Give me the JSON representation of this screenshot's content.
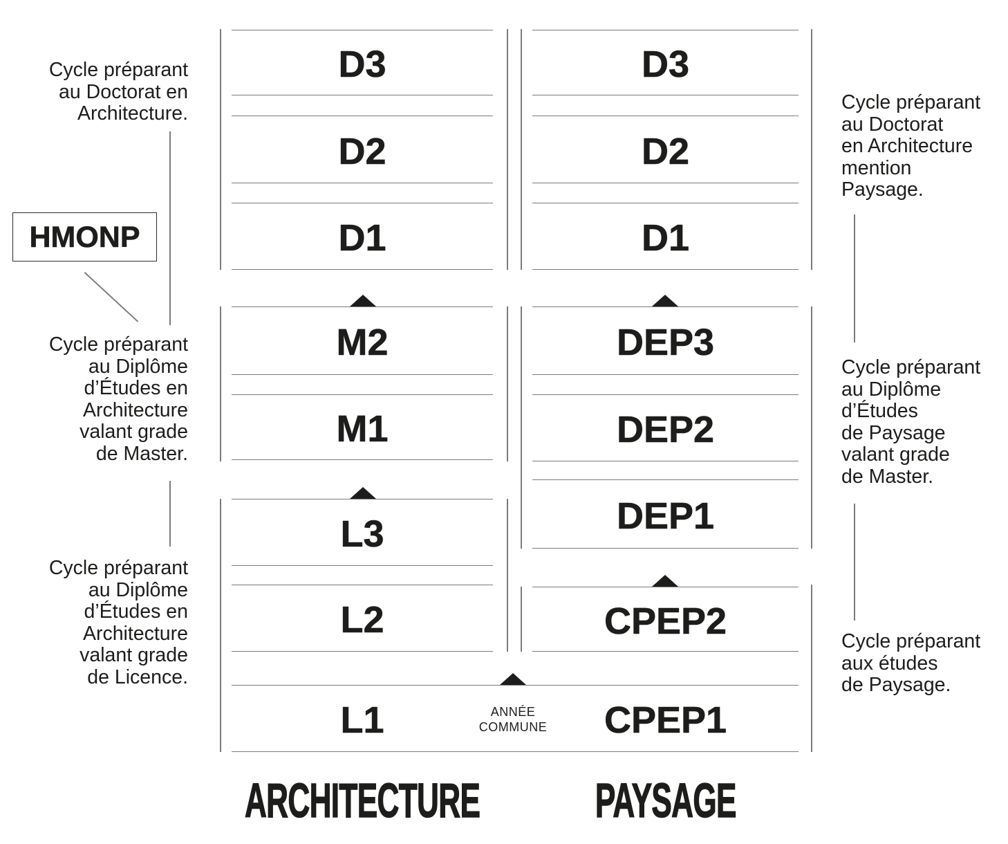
{
  "colors": {
    "ink": "#1d1d1b",
    "line": "#7c7b79"
  },
  "architecture": {
    "heading": "ARCHITECTURE",
    "d3": "D3",
    "d2": "D2",
    "d1": "D1",
    "m2": "M2",
    "m1": "M1",
    "l3": "L3",
    "l2": "L2",
    "l1": "L1"
  },
  "paysage": {
    "heading": "PAYSAGE",
    "d3": "D3",
    "d2": "D2",
    "d1": "D1",
    "dep3": "DEP3",
    "dep2": "DEP2",
    "dep1": "DEP1",
    "cpep2": "CPEP2",
    "cpep1": "CPEP1"
  },
  "common_year": "ANNÉE\nCOMMUNE",
  "hmonp": "HMONP",
  "annotations": {
    "left_doctorat": "Cycle préparant\nau Doctorat en\nArchitecture.",
    "left_master": "Cycle préparant\nau Diplôme\nd’Études en\nArchitecture\nvalant grade\nde Master.",
    "left_licence": "Cycle préparant\nau Diplôme\nd’Études en\nArchitecture\nvalant grade\nde Licence.",
    "right_doctorat": "Cycle préparant\nau Doctorat\nen Architecture\nmention\nPaysage.",
    "right_master": "Cycle préparant\nau Diplôme\nd’Études\nde Paysage\nvalant grade\nde Master.",
    "right_paysage": "Cycle préparant\naux études\nde Paysage."
  }
}
